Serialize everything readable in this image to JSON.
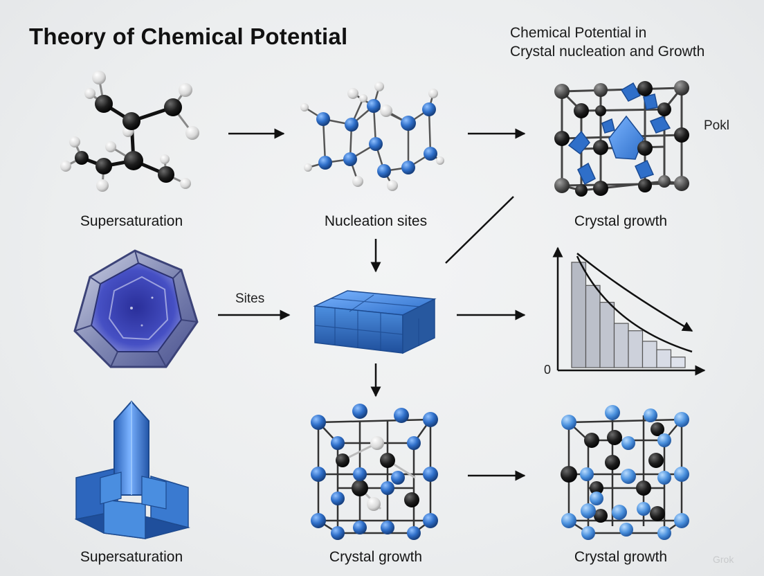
{
  "title": "Theory of Chemical Potential",
  "subtitle": [
    "Chemical Potential in",
    "Crystal nucleation and Growth"
  ],
  "labels": {
    "r1c1": "Supersaturation",
    "r1c2": "Nucleation sites",
    "r1c3": "Crystal growth",
    "r2_arrow": "Sites",
    "r3c1": "Supersaturation",
    "r3c2": "Crystal growth",
    "r3c3": "Crystal growth"
  },
  "side_note": "Pokl",
  "chart_data": {
    "type": "bar",
    "categories": [
      "",
      "",
      "",
      "",
      "",
      "",
      "",
      ""
    ],
    "values": [
      100,
      78,
      62,
      42,
      35,
      25,
      17,
      10
    ],
    "origin_label": "0",
    "xlabel": "",
    "ylabel": "",
    "ylim": [
      0,
      115
    ],
    "curves": 2
  },
  "watermark": "Grok",
  "colors": {
    "accent_blue": "#2f6fc9",
    "atom_black": "#1b1b1b",
    "atom_white": "#e4e4e4",
    "atom_grey": "#5a5a5a"
  }
}
